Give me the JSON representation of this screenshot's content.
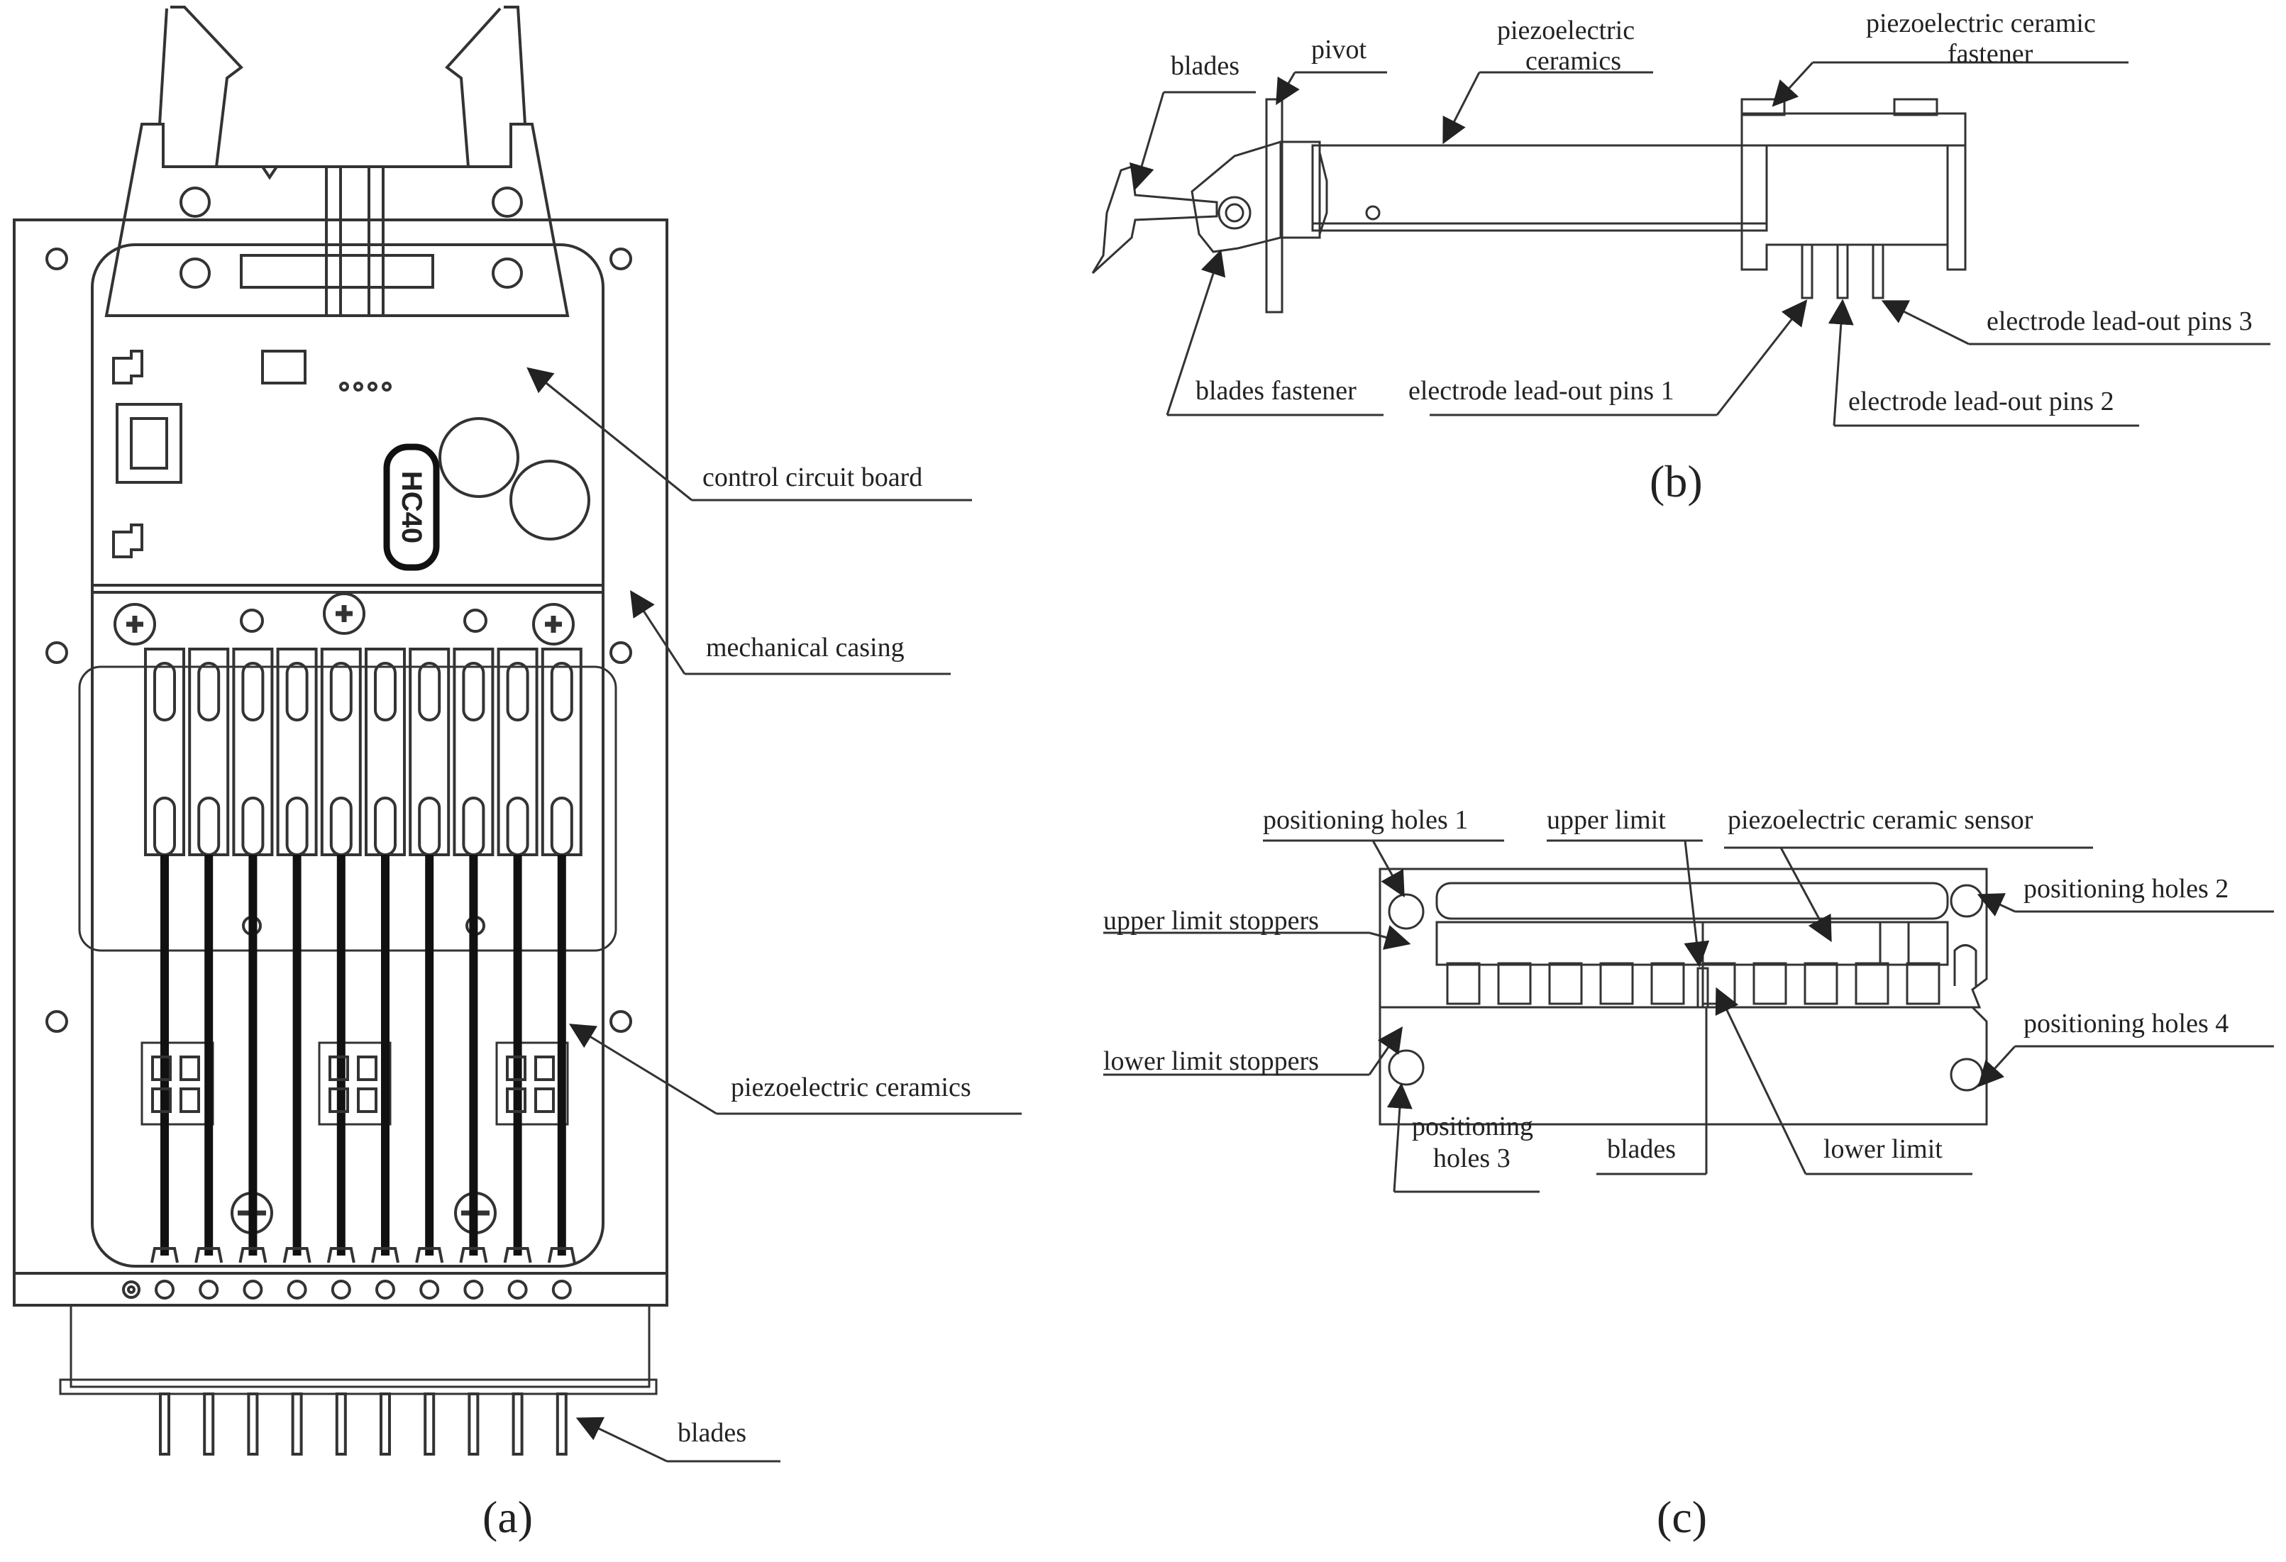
{
  "figure": {
    "panel_a": {
      "caption": "(a)",
      "chip_text": "HC40",
      "labels": {
        "control_circuit_board": "control circuit board",
        "mechanical_casing": "mechanical casing",
        "piezoelectric_ceramics": "piezoelectric ceramics",
        "blades": "blades"
      },
      "channel_count": 10
    },
    "panel_b": {
      "caption": "(b)",
      "labels": {
        "blades": "blades",
        "pivot": "pivot",
        "piezoelectric_ceramics_1": "piezoelectric",
        "piezoelectric_ceramics_2": "ceramics",
        "fastener_1": "piezoelectric ceramic",
        "fastener_2": "fastener",
        "blades_fastener": "blades fastener",
        "pins_1": "electrode lead-out pins 1",
        "pins_2": "electrode lead-out pins 2",
        "pins_3": "electrode lead-out pins 3"
      }
    },
    "panel_c": {
      "caption": "(c)",
      "labels": {
        "positioning_holes_1": "positioning holes 1",
        "upper_limit": "upper limit",
        "sensor": "piezoelectric ceramic sensor",
        "positioning_holes_2": "positioning holes 2",
        "upper_limit_stoppers": "upper limit stoppers",
        "lower_limit_stoppers": "lower limit stoppers",
        "positioning_holes_4": "positioning holes 4",
        "positioning_holes_3_1": "positioning",
        "positioning_holes_3_2": "holes 3",
        "blades": "blades",
        "lower_limit": "lower limit"
      }
    }
  }
}
